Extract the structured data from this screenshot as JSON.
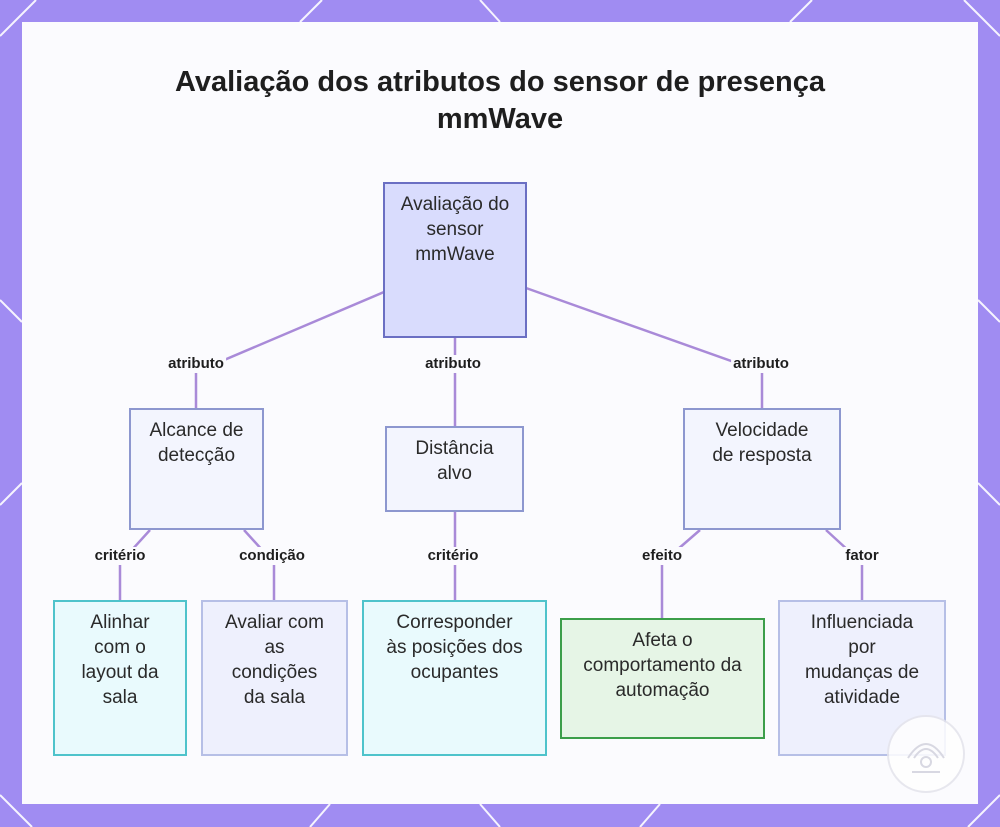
{
  "title": "Avaliação dos atributos do sensor de presença mmWave",
  "nodes": {
    "root": "Avaliação do sensor mmWave",
    "range": "Alcance de detecção",
    "distance": "Distância alvo",
    "speed": "Velocidade de resposta",
    "layout": "Alinhar com o layout da sala",
    "conditions": "Avaliar com as condições da sala",
    "positions": "Corresponder às posições dos ocupantes",
    "automation": "Afeta o comportamento da automação",
    "activity": "Influenciada por mudanças de atividade"
  },
  "edge_labels": {
    "root_range": "atributo",
    "root_distance": "atributo",
    "root_speed": "atributo",
    "range_layout": "critério",
    "range_conditions": "condição",
    "distance_positions": "critério",
    "speed_automation": "efeito",
    "speed_activity": "fator"
  },
  "colors": {
    "frame": "#a08cf2",
    "edge": "#a98ad8",
    "root_fill": "#d9dcfd",
    "root_border": "#6b6fc3",
    "cyan_border": "#4ec3cb",
    "green_border": "#3c9e4a",
    "green_fill": "#e6f5e6"
  }
}
